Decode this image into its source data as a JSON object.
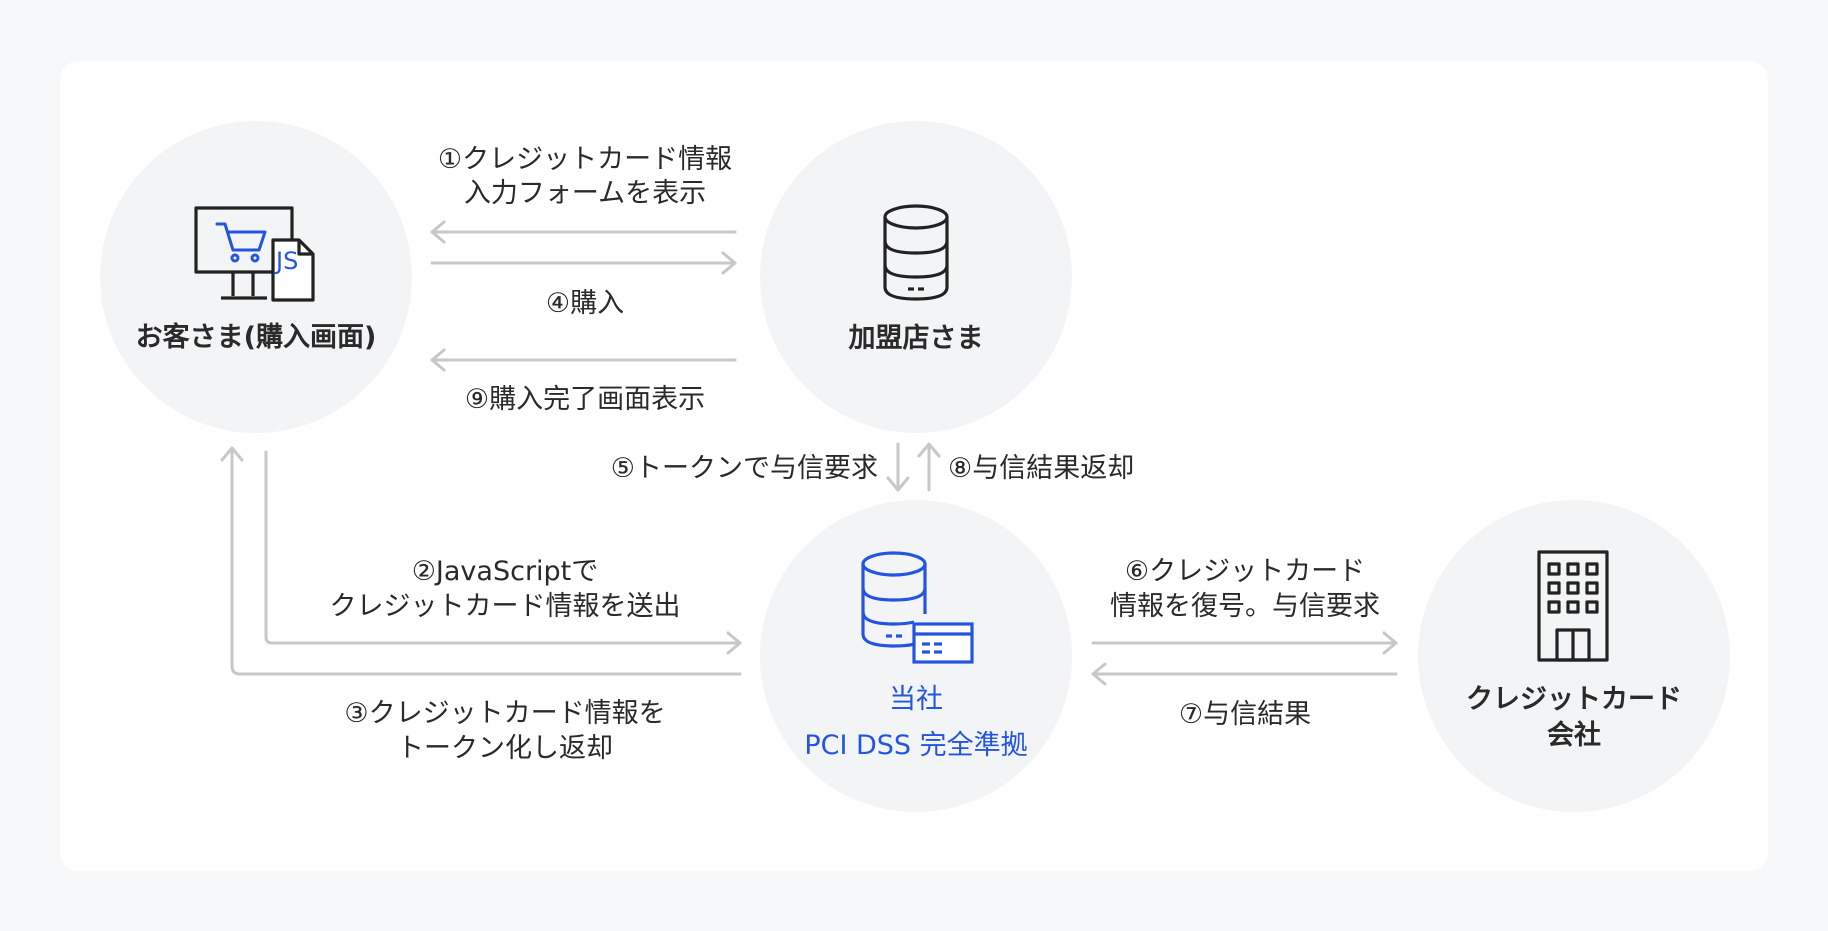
{
  "nodes": {
    "customer": "お客さま(購入画面)",
    "merchant": "加盟店さま",
    "company_name": "当社",
    "company_sub": "PCI DSS 完全準拠",
    "card_company_line1": "クレジットカード",
    "card_company_line2": "会社",
    "js_badge": "JS"
  },
  "steps": {
    "s1_line1": "①クレジットカード情報",
    "s1_line2": "入力フォームを表示",
    "s4": "④購入",
    "s9": "⑨購入完了画面表示",
    "s5": "⑤トークンで与信要求",
    "s8": "⑧与信結果返却",
    "s2_line1": "②JavaScriptで",
    "s2_line2": "クレジットカード情報を送出",
    "s3_line1": "③クレジットカード情報を",
    "s3_line2": "トークン化し返却",
    "s6_line1": "⑥クレジットカード",
    "s6_line2": "情報を復号。与信要求",
    "s7": "⑦与信結果"
  },
  "colors": {
    "accent": "#2355e0",
    "arrow": "#c8c8c8",
    "node_bg": "#f3f4f6",
    "page_bg": "#f7f8fa"
  },
  "icons": [
    "monitor-cart-icon",
    "js-file-icon",
    "database-icon",
    "database-card-icon",
    "building-icon"
  ]
}
